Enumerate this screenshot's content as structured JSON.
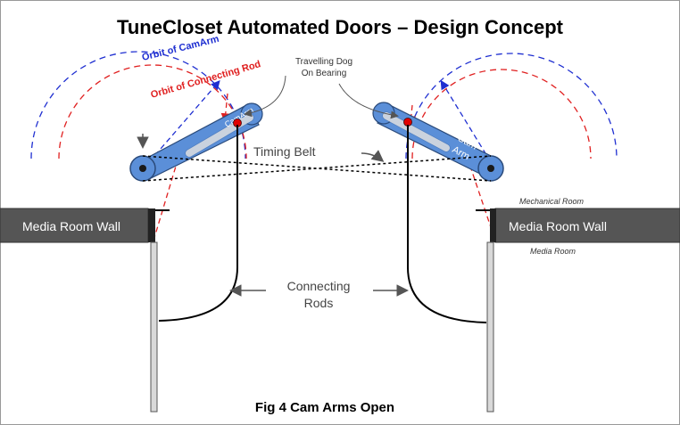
{
  "title": "TuneCloset Automated Doors – Design Concept",
  "caption": "Fig 4 Cam Arms Open",
  "labels": {
    "orbit_camarm": "Orbit of CamArm",
    "orbit_connecting_rod": "Orbit of Connecting Rod",
    "travelling_dog_line1": "Travelling Dog",
    "travelling_dog_line2": "On Bearing",
    "timing_belt": "Timing Belt",
    "mechanical_room": "Mechanical Room",
    "media_room": "Media Room",
    "connecting_rods_line1": "Connecting",
    "connecting_rods_line2": "Rods",
    "left_arm_text": "CamArm",
    "right_arm_line1": "Cam",
    "right_arm_line2": "Arm"
  },
  "walls": {
    "left": "Media Room Wall",
    "right": "Media Room Wall"
  },
  "colors": {
    "cam_arm": "#5b8fd8",
    "cam_arm_edge": "#2a4a7a",
    "wall": "#555555",
    "door": "#d9d9d9",
    "camarm_orbit": "#1f2fd1",
    "rod_orbit": "#e02020",
    "dog": "#e00000",
    "title": "#000000"
  }
}
